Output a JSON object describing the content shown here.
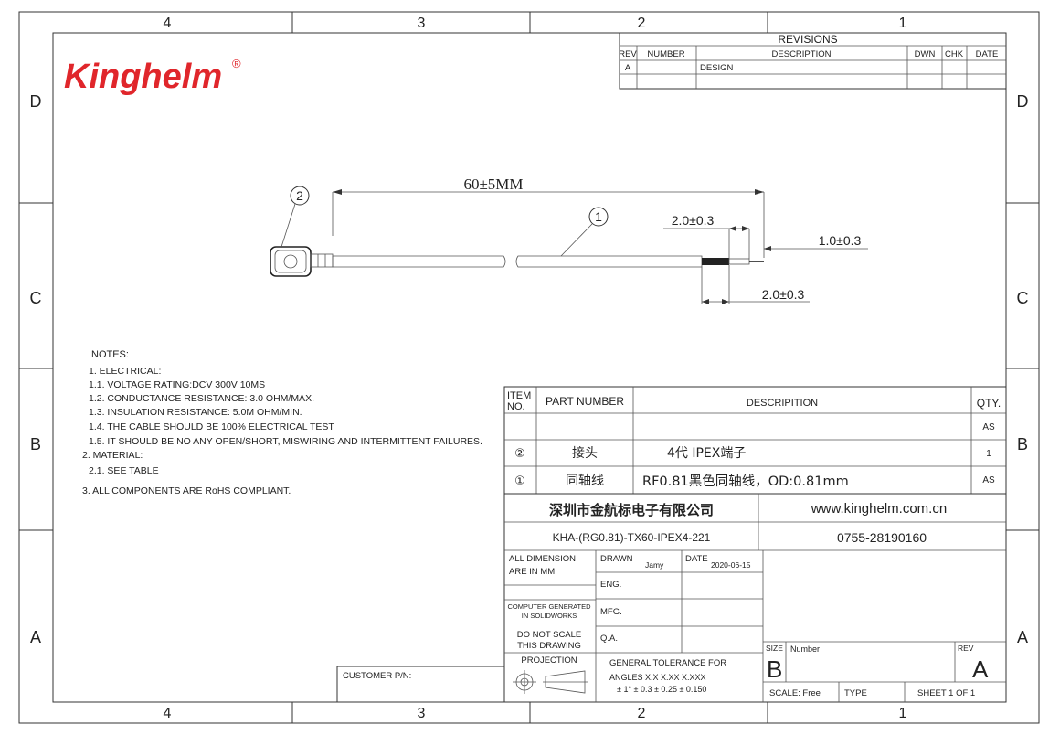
{
  "border": {
    "columns": [
      "4",
      "3",
      "2",
      "1"
    ],
    "rows": [
      "D",
      "C",
      "B",
      "A"
    ]
  },
  "logo": {
    "text": "Kinghelm",
    "mark": "®",
    "color": "#e0262b"
  },
  "revisions": {
    "title": "REVISIONS",
    "headers": [
      "REV",
      "NUMBER",
      "DESCRIPTION",
      "DWN",
      "CHK",
      "DATE"
    ],
    "rows": [
      [
        "A",
        "",
        "DESIGN",
        "",
        "",
        ""
      ]
    ]
  },
  "drawing": {
    "length_dim": "60±5MM",
    "dim_strip_top": "2.0±0.3",
    "dim_pin": "1.0±0.3",
    "dim_strip_bottom": "2.0±0.3",
    "balloon_1": "1",
    "balloon_2": "2"
  },
  "notes": {
    "title": "NOTES:",
    "lines": [
      "1.   ELECTRICAL:",
      "1.1.  VOLTAGE RATING:DCV 300V 10MS",
      "1.2.  CONDUCTANCE RESISTANCE: 3.0 OHM/MAX.",
      "1.3.  INSULATION RESISTANCE: 5.0M OHM/MIN.",
      "1.4.  THE CABLE SHOULD BE 100% ELECTRICAL TEST",
      "1.5.  IT SHOULD BE NO ANY OPEN/SHORT, MISWIRING AND INTERMITTENT FAILURES.",
      "2.  MATERIAL:",
      "2.1.  SEE TABLE",
      "3.  ALL COMPONENTS ARE RoHS COMPLIANT."
    ]
  },
  "bom": {
    "headers": {
      "item_1": "ITEM",
      "item_2": "NO.",
      "part": "PART NUMBER",
      "desc": "DESCRIPITION",
      "qty": "QTY."
    },
    "rows": [
      {
        "item": "",
        "part": "",
        "desc": "",
        "qty": "AS"
      },
      {
        "item": "②",
        "part": "接头",
        "desc": "4代 IPEX端子",
        "qty": "1"
      },
      {
        "item": "①",
        "part": "同轴线",
        "desc": "RF0.81黑色同轴线，OD:0.81mm",
        "qty": "AS"
      }
    ]
  },
  "title_block": {
    "company": "深圳市金航标电子有限公司",
    "website": "www.kinghelm.com.cn",
    "part_number": "KHA-(RG0.81)-TX60-IPEX4-221",
    "phone": "0755-28190160",
    "all_dim_1": "ALL DIMENSION",
    "all_dim_2": "ARE IN MM",
    "computer_1": "COMPUTER GENERATED",
    "computer_2": "IN SOLIDWORKS",
    "noscale_1": "DO NOT SCALE",
    "noscale_2": "THIS DRAWING",
    "projection": "PROJECTION",
    "drawn_label": "DRAWN",
    "drawn_value": "Jamy",
    "date_label": "DATE",
    "date_value": "2020-06-15",
    "eng": "ENG.",
    "mfg": "MFG.",
    "qa": "Q.A.",
    "tol_title": "GENERAL TOLERANCE FOR",
    "tol_heads": "ANGLES    X.X     X.XX    X.XXX",
    "tol_vals": "±  1°      ±  0.3  ±  0.25  ±  0.150",
    "size_label": "SIZE",
    "size_value": "B",
    "number_label": "Number",
    "rev_label": "REV",
    "rev_value": "A",
    "scale": "SCALE:  Free",
    "type": "TYPE",
    "sheet": "SHEET   1   OF   1",
    "customer": "CUSTOMER P/N:"
  }
}
